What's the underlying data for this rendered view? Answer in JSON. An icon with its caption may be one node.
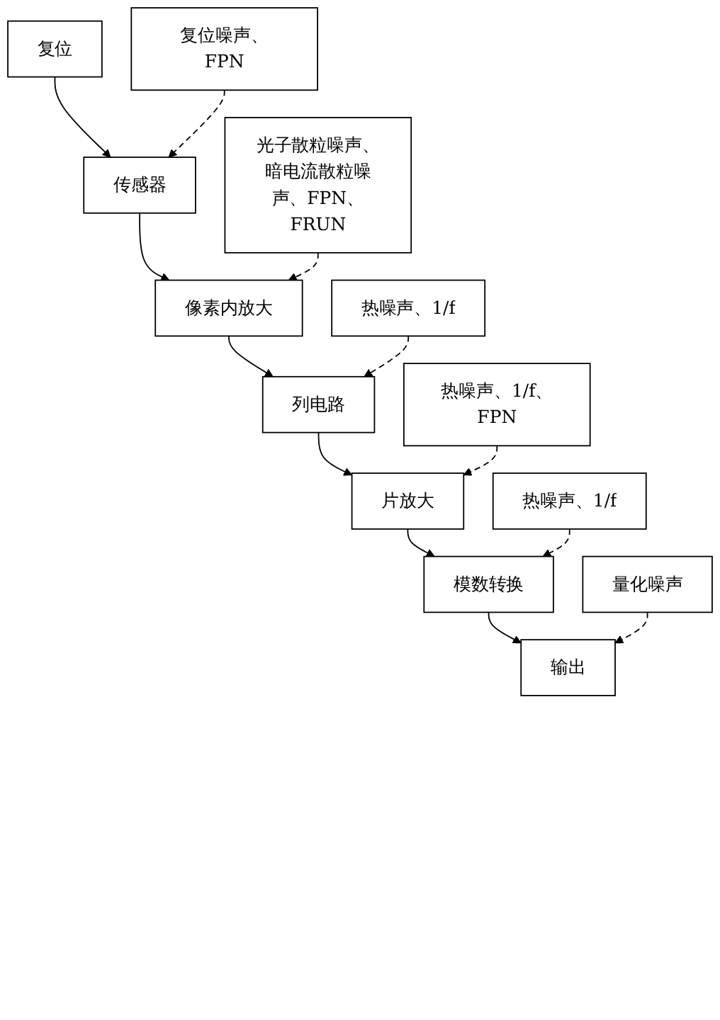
{
  "diagram": {
    "nodes": [
      {
        "text": [
          "复位"
        ]
      },
      {
        "text": [
          "传感器"
        ]
      },
      {
        "text": [
          "像素内放大"
        ]
      },
      {
        "text": [
          "列电路"
        ]
      },
      {
        "text": [
          "片放大"
        ]
      },
      {
        "text": [
          "模数转换"
        ]
      },
      {
        "text": [
          "输出"
        ]
      },
      {
        "text": [
          "复位噪声、FPN"
        ]
      },
      {
        "text": [
          "光子散粒噪声、暗电流散粒噪声、FPN、FRUN"
        ]
      },
      {
        "text": [
          "热噪声、1/f"
        ]
      },
      {
        "text": [
          "热噪声、1/f、FPN"
        ]
      },
      {
        "text": [
          "热噪声、1/f"
        ]
      },
      {
        "text": [
          "量化噪声"
        ]
      }
    ],
    "edges": [
      {
        "from": 0,
        "to": 1,
        "arrow": "to"
      },
      {
        "from": 1,
        "to": 2,
        "arrow": "to"
      },
      {
        "from": 2,
        "to": 3,
        "arrow": "to"
      },
      {
        "from": 3,
        "to": 4,
        "arrow": "to"
      },
      {
        "from": 4,
        "to": 5,
        "arrow": "to"
      },
      {
        "from": 5,
        "to": 6,
        "arrow": "to"
      },
      {
        "from": 7,
        "to": 1,
        "arrow": "to",
        "style": "dashed"
      },
      {
        "from": 8,
        "to": 2,
        "arrow": "to",
        "style": "dashed"
      },
      {
        "from": 9,
        "to": 3,
        "arrow": "to",
        "style": "dashed"
      },
      {
        "from": 10,
        "to": 4,
        "arrow": "to",
        "style": "dashed"
      },
      {
        "from": 11,
        "to": 5,
        "arrow": "to",
        "style": "dashed"
      },
      {
        "from": 12,
        "to": 6,
        "arrow": "to",
        "style": "dashed"
      }
    ]
  }
}
